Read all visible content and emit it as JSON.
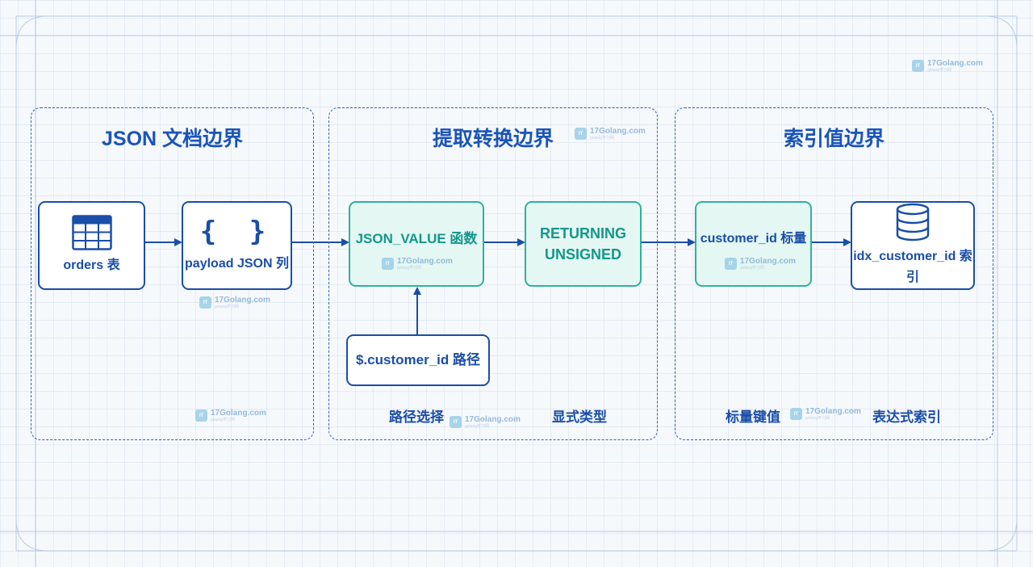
{
  "sections": [
    {
      "title": "JSON 文档边界"
    },
    {
      "title": "提取转换边界"
    },
    {
      "title": "索引值边界"
    }
  ],
  "nodes": {
    "orders": "orders 表",
    "payload": "payload JSON 列",
    "json_value": "JSON_VALUE 函数",
    "returning_line1": "RETURNING",
    "returning_line2": "UNSIGNED",
    "path": "$.customer_id 路径",
    "scalar": "customer_id 标量",
    "index": "idx_customer_id 索引"
  },
  "captions": {
    "path_select": "路径选择",
    "explicit_type": "显式类型",
    "scalar_key": "标量键值",
    "expr_index": "表达式索引"
  },
  "icons": {
    "orders": "table-icon",
    "payload": "braces-icon",
    "index": "database-icon"
  },
  "icon_text": {
    "braces": "{ }"
  },
  "watermark": {
    "text": "17Golang.com",
    "logo_text": "IT",
    "sub_text": "golang学习网"
  },
  "colors": {
    "primary_blue": "#1a4ea8",
    "teal_border": "#2db39b",
    "teal_fill": "#e4f7f3",
    "section_border": "#2f62b3"
  }
}
